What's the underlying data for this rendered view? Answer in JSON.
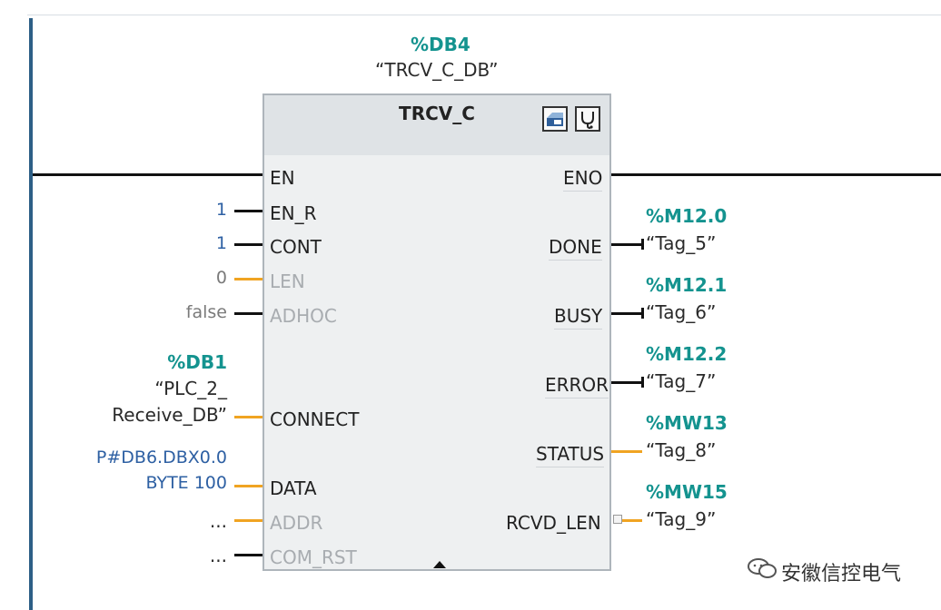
{
  "instance": {
    "address": "%DB4",
    "name": "“TRCV_C_DB”"
  },
  "block": {
    "title": "TRCV_C",
    "icons": [
      "block-db-icon",
      "diagnostics-icon"
    ]
  },
  "inputs": [
    {
      "pin": "EN",
      "value": "",
      "state": "active"
    },
    {
      "pin": "EN_R",
      "value": "1",
      "state": "active"
    },
    {
      "pin": "CONT",
      "value": "1",
      "state": "active"
    },
    {
      "pin": "LEN",
      "value": "0",
      "state": "dim"
    },
    {
      "pin": "ADHOC",
      "value": "false",
      "state": "dim"
    },
    {
      "pin": "CONNECT",
      "address": "%DB1",
      "value_line1": "“PLC_2_",
      "value_line2": "Receive_DB”",
      "state": "active"
    },
    {
      "pin": "DATA",
      "value_line1": "P#DB6.DBX0.0",
      "value_line2": "BYTE 100",
      "state": "active"
    },
    {
      "pin": "ADDR",
      "value": "...",
      "state": "dim"
    },
    {
      "pin": "COM_RST",
      "value": "...",
      "state": "dim"
    }
  ],
  "outputs": [
    {
      "pin": "ENO",
      "address": "",
      "tag": ""
    },
    {
      "pin": "DONE",
      "address": "%M12.0",
      "tag": "“Tag_5”"
    },
    {
      "pin": "BUSY",
      "address": "%M12.1",
      "tag": "“Tag_6”"
    },
    {
      "pin": "ERROR",
      "address": "%M12.2",
      "tag": "“Tag_7”"
    },
    {
      "pin": "STATUS",
      "address": "%MW13",
      "tag": "“Tag_8”"
    },
    {
      "pin": "RCVD_LEN",
      "address": "%MW15",
      "tag": "“Tag_9”"
    }
  ],
  "watermark": {
    "text": "安徽信控电气"
  },
  "colors": {
    "teal": "#14938f",
    "orange": "#f0a422",
    "blue": "#2e60a3",
    "rail": "#2d5f86"
  }
}
